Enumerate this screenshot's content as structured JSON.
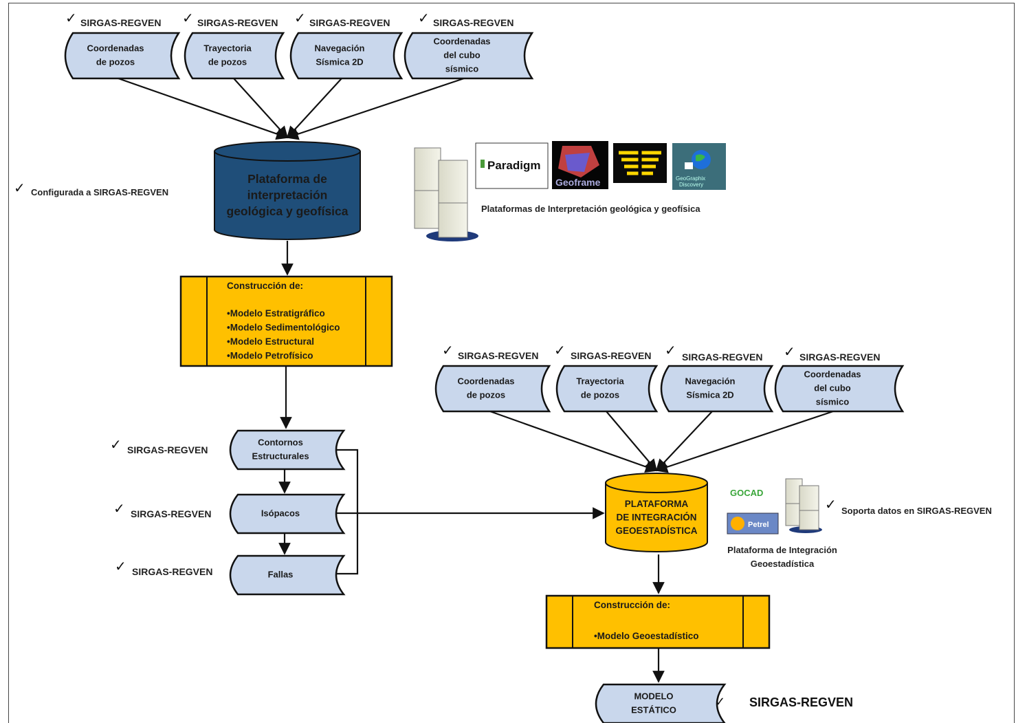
{
  "colors": {
    "tape_fill": "#c9d7ec",
    "navy_cylinder": "#1f4e79",
    "process_fill": "#ffc000",
    "yellow_cylinder": "#ffc000",
    "line": "#111111"
  },
  "top_inputs": [
    {
      "tag": "SIRGAS-REGVEN",
      "lines": [
        "Coordenadas",
        "de pozos"
      ]
    },
    {
      "tag": "SIRGAS-REGVEN",
      "lines": [
        "Trayectoria",
        "de pozos"
      ]
    },
    {
      "tag": "SIRGAS-REGVEN",
      "lines": [
        "Navegación",
        "Sísmica 2D"
      ]
    },
    {
      "tag": "SIRGAS-REGVEN",
      "lines": [
        "Coordenadas",
        "del cubo",
        "sísmico"
      ]
    }
  ],
  "platform_interp": {
    "lines": [
      "Plataforma de",
      "interpretación",
      "geológica y geofísica"
    ]
  },
  "configured_note": "Configurada a SIRGAS-REGVEN",
  "logos": {
    "paradigm": "Paradigm",
    "geoframe": "Geoframe",
    "geographix": [
      "GeoGraphix",
      "Discovery"
    ],
    "caption": "Plataformas de Interpretación geológica y geofísica"
  },
  "construction_1": {
    "title": "Construcción de:",
    "items": [
      "•Modelo  Estratigráfico",
      "•Modelo Sedimentológico",
      "•Modelo Estructural",
      "•Modelo Petrofísico"
    ]
  },
  "left_outputs": [
    {
      "tag": "SIRGAS-REGVEN",
      "lines": [
        "Contornos",
        "Estructurales"
      ]
    },
    {
      "tag": "SIRGAS-REGVEN",
      "lines": [
        "Isópacos"
      ]
    },
    {
      "tag": "SIRGAS-REGVEN",
      "lines": [
        "Fallas"
      ]
    }
  ],
  "right_inputs": [
    {
      "tag": "SIRGAS-REGVEN",
      "lines": [
        "Coordenadas",
        "de pozos"
      ]
    },
    {
      "tag": "SIRGAS-REGVEN",
      "lines": [
        "Trayectoria",
        "de pozos"
      ]
    },
    {
      "tag": "SIRGAS-REGVEN",
      "lines": [
        "Navegación",
        "Sísmica 2D"
      ]
    },
    {
      "tag": "SIRGAS-REGVEN",
      "lines": [
        "Coordenadas",
        "del cubo",
        "sísmico"
      ]
    }
  ],
  "platform_geo": {
    "lines": [
      "PLATAFORMA",
      "DE INTEGRACIÓN",
      "GEOESTADÍSTICA"
    ]
  },
  "gocad": "GOCAD",
  "petrel": "Petrel",
  "supports_note": "Soporta datos en SIRGAS-REGVEN",
  "geo_caption": [
    "Plataforma de Integración",
    "Geoestadística"
  ],
  "construction_2": {
    "title": "Construcción de:",
    "items": [
      "•Modelo Geoestadístico"
    ]
  },
  "final_output": {
    "lines": [
      "MODELO",
      "ESTÁTICO"
    ],
    "tag": "SIRGAS-REGVEN"
  }
}
